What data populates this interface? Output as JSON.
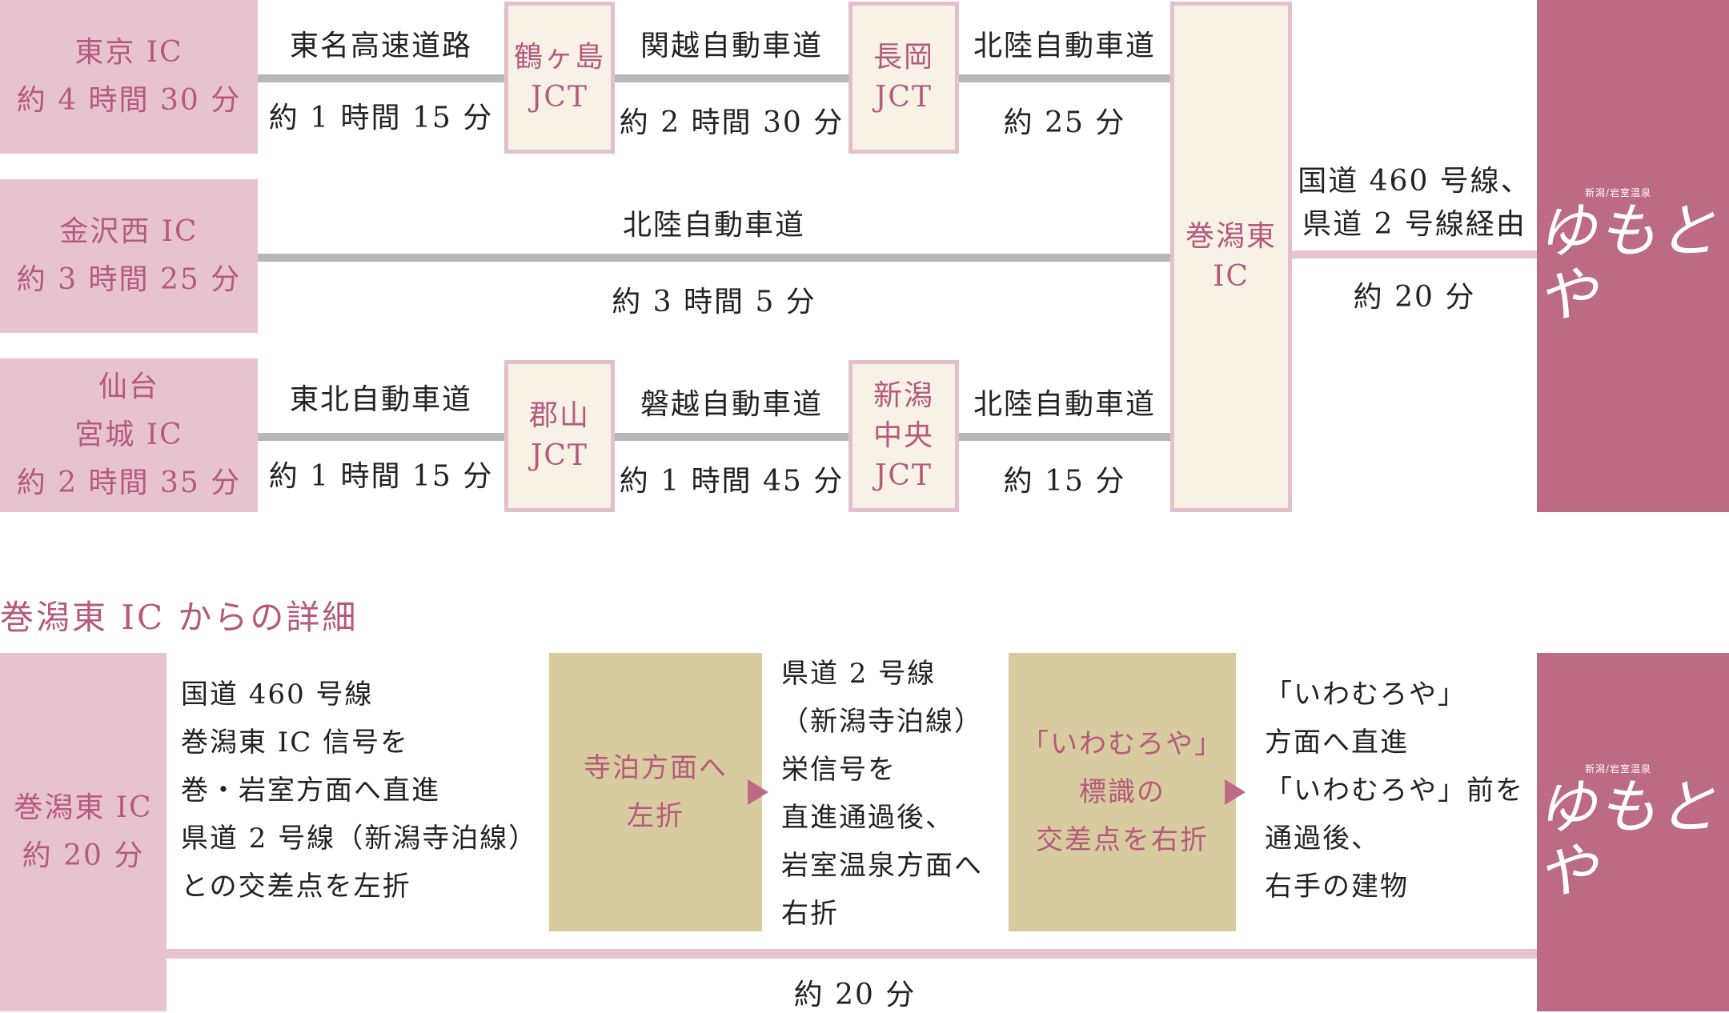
{
  "routes": {
    "tokyo": {
      "origin": [
        "東京 IC",
        "約 4 時間 30 分"
      ],
      "seg1_road": "東名高速道路",
      "seg1_time": "約 1 時間 15 分",
      "jct1": [
        "鶴ヶ島",
        "JCT"
      ],
      "seg2_road": "関越自動車道",
      "seg2_time": "約 2 時間 30 分",
      "jct2": [
        "長岡",
        "JCT"
      ],
      "seg3_road": "北陸自動車道",
      "seg3_time": "約 25 分"
    },
    "kanazawa": {
      "origin": [
        "金沢西 IC",
        "約 3 時間 25 分"
      ],
      "road": "北陸自動車道",
      "time": "約 3 時間 5 分"
    },
    "sendai": {
      "origin": [
        "仙台",
        "宮城 IC",
        "約 2 時間 35 分"
      ],
      "seg1_road": "東北自動車道",
      "seg1_time": "約 1 時間 15 分",
      "jct1": [
        "郡山",
        "JCT"
      ],
      "seg2_road": "磐越自動車道",
      "seg2_time": "約 1 時間 45 分",
      "jct2": [
        "新潟",
        "中央",
        "JCT"
      ],
      "seg3_road": "北陸自動車道",
      "seg3_time": "約 15 分"
    },
    "maki_ic": [
      "巻潟東",
      "IC"
    ],
    "final_road": [
      "国道 460 号線、",
      "県道 2 号線経由"
    ],
    "final_time": "約 20 分"
  },
  "destination": {
    "logo_sub": "新潟/岩室温泉",
    "logo_main": "ゆもとや"
  },
  "detail": {
    "title": "巻潟東 IC からの詳細",
    "origin": [
      "巻潟東 IC",
      "約 20 分"
    ],
    "step1_text": [
      "国道 460 号線",
      "巻潟東 IC 信号を",
      "巻・岩室方面へ直進",
      "県道 2 号線（新潟寺泊線）",
      "との交差点を左折"
    ],
    "box1": [
      "寺泊方面へ",
      "左折"
    ],
    "step2_text": [
      "県道 2 号線",
      "（新潟寺泊線）",
      " 栄信号を",
      "直進通過後、",
      "岩室温泉方面へ",
      "右折"
    ],
    "box2": [
      "「いわむろや」",
      "標識の",
      "交差点を右折"
    ],
    "step3_text": [
      "「いわむろや」",
      "方面へ直進",
      "「いわむろや」前を",
      "通過後、",
      "右手の建物"
    ],
    "total_time": "約 20 分"
  },
  "colors": {
    "pink_light": "#e6c3cf",
    "pink_dark": "#bd6a84",
    "pink_text": "#b55a7b",
    "cream": "#f7f1e6",
    "khaki": "#d8cba0",
    "road_gray": "#b7b7b7"
  }
}
